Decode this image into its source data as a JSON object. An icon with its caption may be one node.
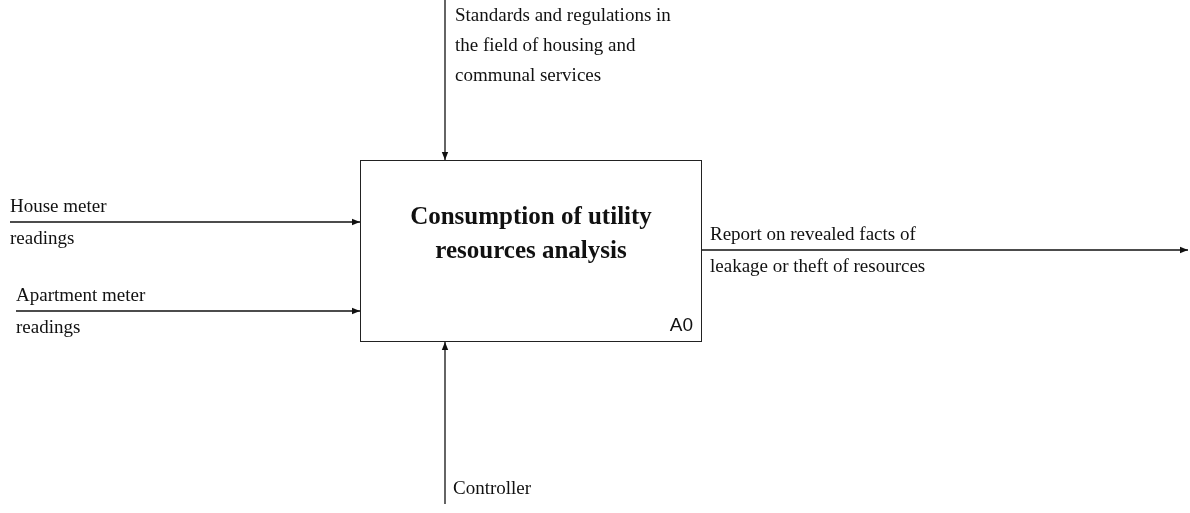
{
  "diagram": {
    "nodes": [
      {
        "text": [
          "Consumption of utility resources analysis",
          "A0"
        ]
      },
      {
        "text": [
          "Standards and regulations in the field of housing and communal services"
        ]
      },
      {
        "text": [
          "House meter readings"
        ]
      },
      {
        "text": [
          "Apartment meter readings"
        ]
      },
      {
        "text": [
          "Controller"
        ]
      }
    ],
    "edges": [
      {
        "from": 1,
        "to": 0,
        "arrow": "to"
      },
      {
        "from": 2,
        "to": 0,
        "arrow": "to"
      },
      {
        "from": 3,
        "to": 0,
        "arrow": "to"
      },
      {
        "from": 4,
        "to": 0,
        "arrow": "to"
      },
      {
        "from": 0,
        "to": null,
        "arrow": "to",
        "label": "Report on revealed facts of leakage or theft of resources"
      }
    ]
  }
}
